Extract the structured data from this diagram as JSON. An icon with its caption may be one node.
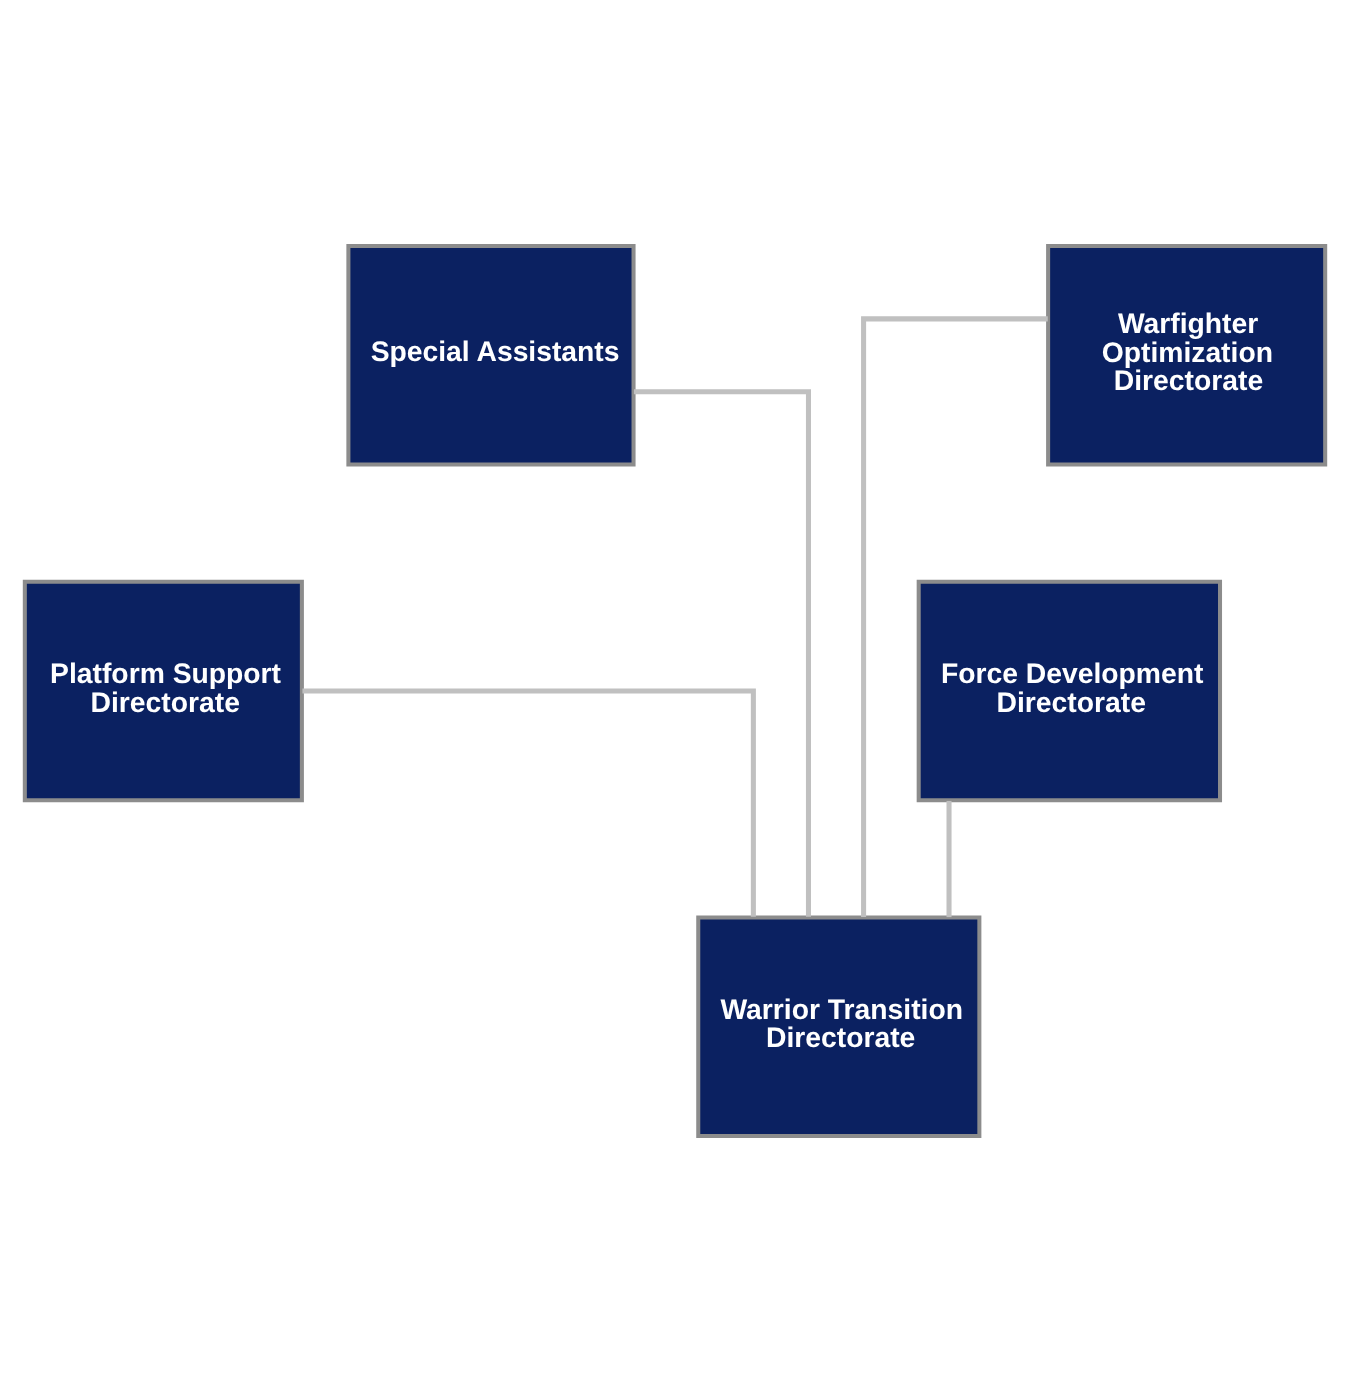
{
  "diagram": {
    "nodes": [
      {
        "text": [
          "Special Assistants"
        ]
      },
      {
        "text": [
          "Warfighter Optimization Directorate"
        ]
      },
      {
        "text": [
          "Platform Support Directorate"
        ]
      },
      {
        "text": [
          "Force Development Directorate"
        ]
      },
      {
        "text": [
          "Warrior Transition Directorate"
        ]
      }
    ],
    "edges": [
      {
        "from": 0,
        "to": 4,
        "arrow": "none"
      },
      {
        "from": 1,
        "to": 4,
        "arrow": "none"
      },
      {
        "from": 2,
        "to": 4,
        "arrow": "none"
      },
      {
        "from": 3,
        "to": 4,
        "arrow": "none"
      }
    ]
  }
}
